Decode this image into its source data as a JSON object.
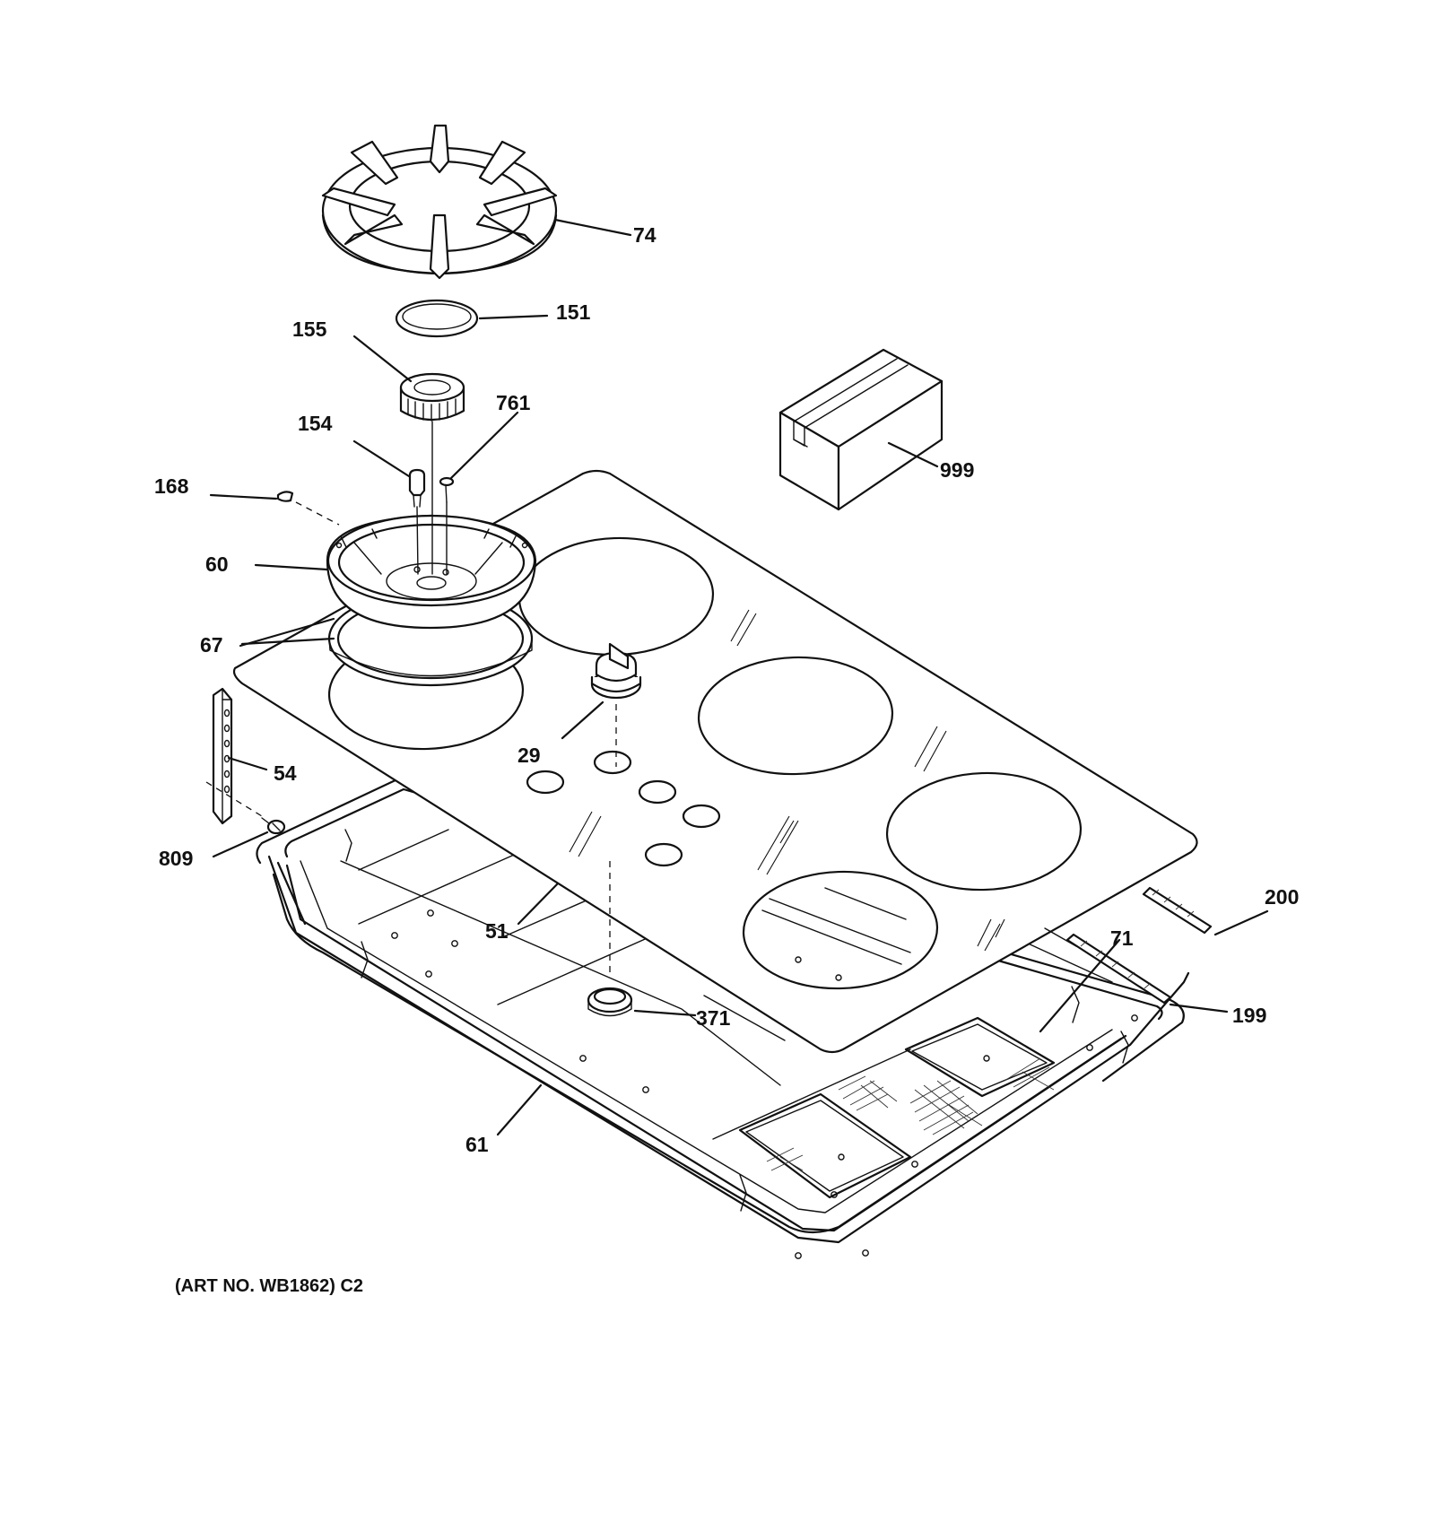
{
  "diagram": {
    "caption": "(ART NO. WB1862) C2",
    "colors": {
      "ink": "#111111",
      "background": "#ffffff"
    },
    "callouts": [
      {
        "id": "74",
        "label": "74",
        "part": "burner-grate"
      },
      {
        "id": "151",
        "label": "151",
        "part": "burner-cap"
      },
      {
        "id": "155",
        "label": "155",
        "part": "burner-head"
      },
      {
        "id": "761",
        "label": "761",
        "part": "screw"
      },
      {
        "id": "154",
        "label": "154",
        "part": "electrode"
      },
      {
        "id": "168",
        "label": "168",
        "part": "clip"
      },
      {
        "id": "60",
        "label": "60",
        "part": "burner-bowl"
      },
      {
        "id": "67",
        "label": "67",
        "part": "gasket-ring"
      },
      {
        "id": "54",
        "label": "54",
        "part": "mounting-bracket"
      },
      {
        "id": "809",
        "label": "809",
        "part": "screw"
      },
      {
        "id": "29",
        "label": "29",
        "part": "control-knob"
      },
      {
        "id": "51",
        "label": "51",
        "part": "glass-cooktop"
      },
      {
        "id": "999",
        "label": "999",
        "part": "parts-box"
      },
      {
        "id": "200",
        "label": "200",
        "part": "strip"
      },
      {
        "id": "71",
        "label": "71",
        "part": "element-box"
      },
      {
        "id": "199",
        "label": "199",
        "part": "strip"
      },
      {
        "id": "371",
        "label": "371",
        "part": "grommet"
      },
      {
        "id": "61",
        "label": "61",
        "part": "burner-box"
      }
    ]
  }
}
